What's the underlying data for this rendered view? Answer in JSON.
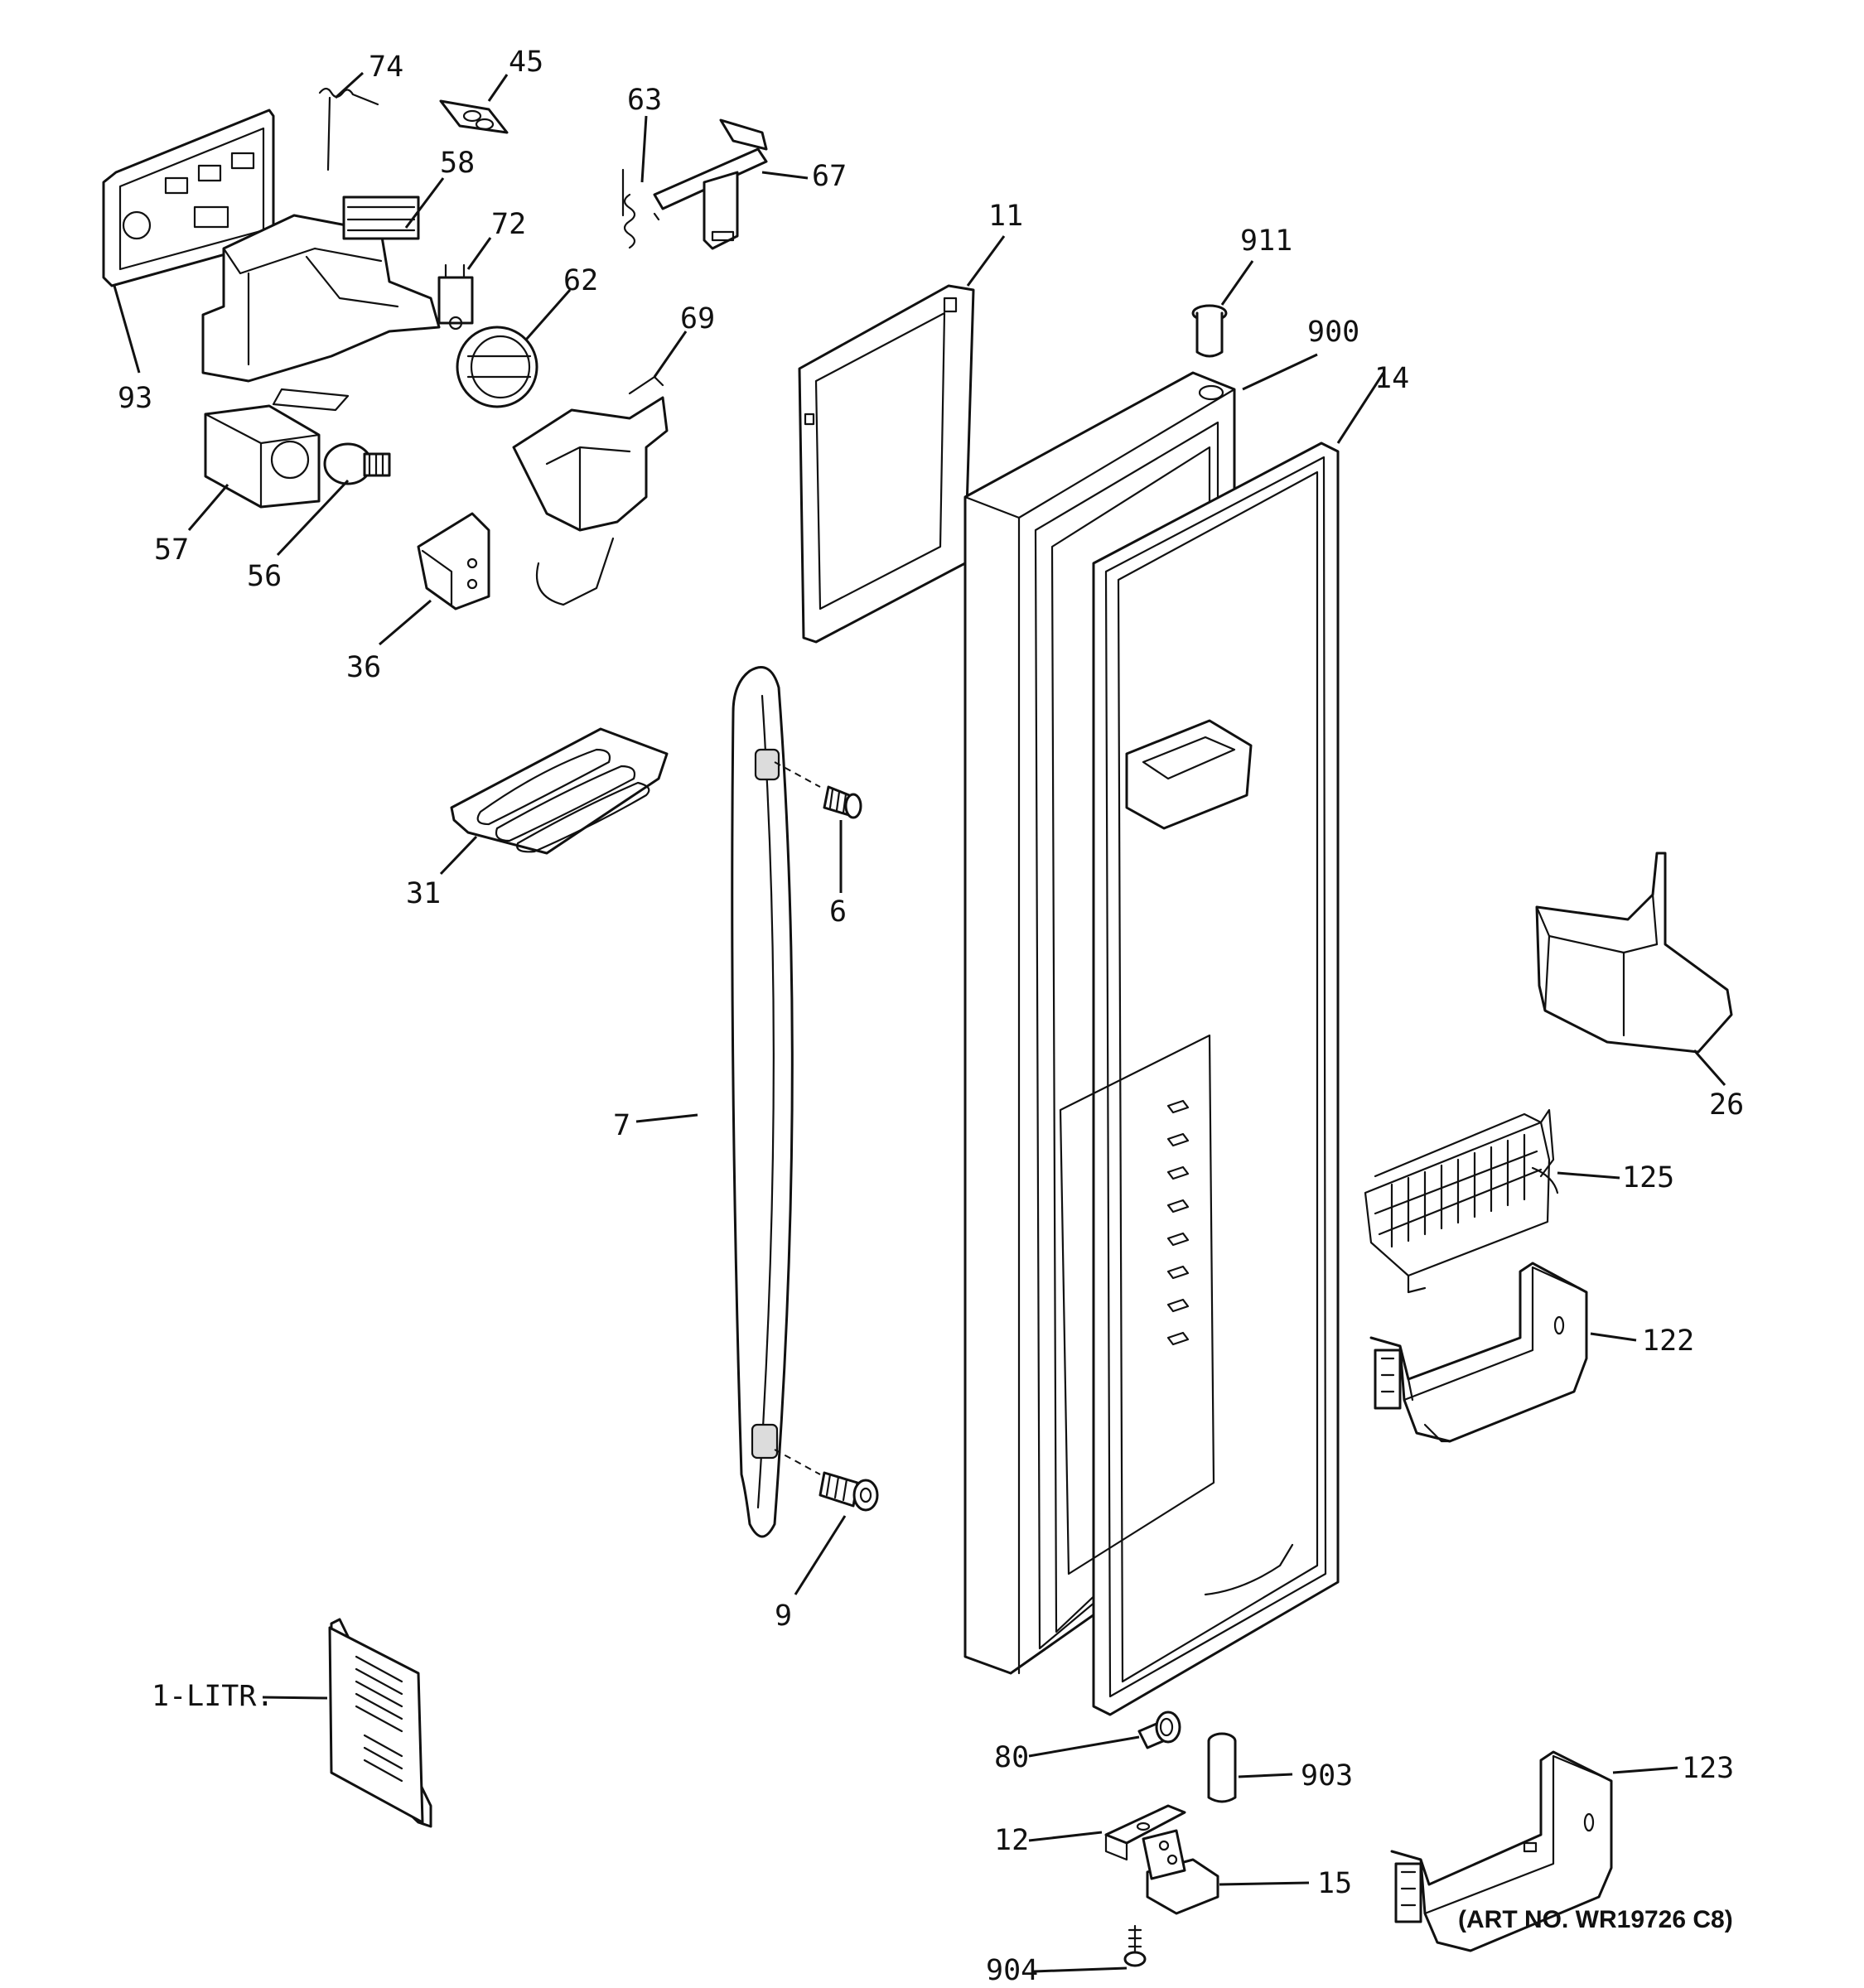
{
  "callouts": {
    "c74": "74",
    "c45": "45",
    "c63": "63",
    "c67": "67",
    "c58": "58",
    "c72": "72",
    "c93": "93",
    "c62": "62",
    "c69": "69",
    "c57": "57",
    "c56": "56",
    "c36": "36",
    "c11": "11",
    "c911": "911",
    "c900": "900",
    "c14": "14",
    "c31": "31",
    "c6": "6",
    "c7": "7",
    "c26": "26",
    "c125": "125",
    "c122": "122",
    "c9": "9",
    "c1litr": "1-LITR.",
    "c80": "80",
    "c903": "903",
    "c123": "123",
    "c12": "12",
    "c15": "15",
    "c904": "904"
  },
  "art_number": "(ART NO. WR19726 C8)"
}
